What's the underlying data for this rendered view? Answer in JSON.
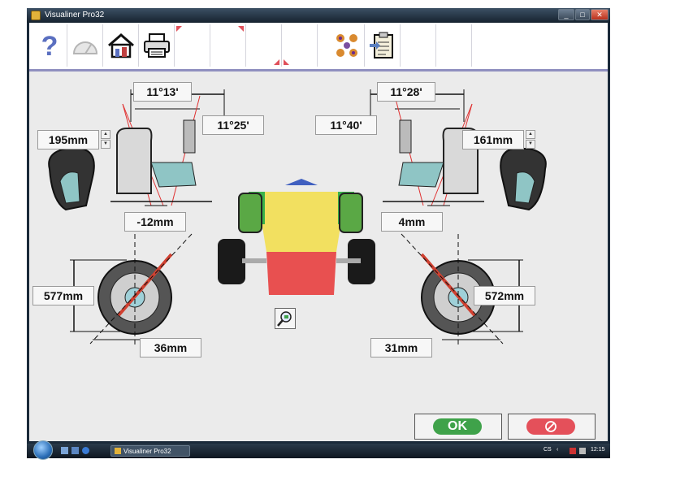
{
  "window": {
    "title": "Visualiner Pro32"
  },
  "toolbar": {
    "help_icon": "question-mark-icon",
    "gauge_icon": "speedometer-icon",
    "home_icon": "home-icon",
    "print_icon": "printer-icon",
    "adjust_icon": "wheel-adjust-icon",
    "report_icon": "clipboard-icon"
  },
  "measurements": {
    "front_left_top_angle": "11°13'",
    "front_right_top_angle": "11°28'",
    "front_left_side_angle": "11°25'",
    "front_right_side_angle": "11°40'",
    "left_height": "195mm",
    "right_height": "161mm",
    "left_offset": "-12mm",
    "right_offset": "4mm",
    "left_wheel_height": "577mm",
    "right_wheel_height": "572mm",
    "left_wheel_offset": "36mm",
    "right_wheel_offset": "31mm"
  },
  "buttons": {
    "ok_label": "OK"
  },
  "taskbar": {
    "task_label": "Visualiner Pro32",
    "lang": "CS",
    "time": "12:15"
  }
}
